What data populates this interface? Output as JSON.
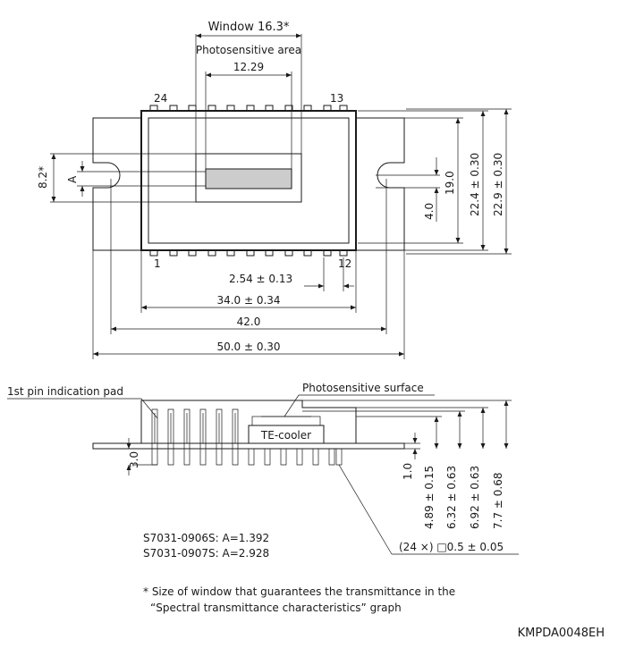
{
  "top_view": {
    "window_label": "Window 16.3*",
    "photosensitive_area_label": "Photosensitive area",
    "photosensitive_width": "12.29",
    "pin_24": "24",
    "pin_13": "13",
    "pin_1": "1",
    "pin_12": "12",
    "dim_pin_pitch": "2.54 ± 0.13",
    "dim_body_width": "34.0 ± 0.34",
    "dim_hole_spacing": "42.0",
    "dim_total_width": "50.0 ± 0.30",
    "dim_8_2": "8.2*",
    "dim_a": "A",
    "dim_4_0": "4.0",
    "dim_19_0": "19.0",
    "dim_22_4": "22.4 ± 0.30",
    "dim_22_9": "22.9 ± 0.30"
  },
  "side_view": {
    "first_pin_label": "1st pin indication pad",
    "photosensitive_surface_label": "Photosensitive surface",
    "te_cooler_label": "TE-cooler",
    "dim_3_0": "3.0",
    "dim_1_0": "1.0",
    "dim_4_89": "4.89 ± 0.15",
    "dim_6_32": "6.32 ± 0.63",
    "dim_6_92": "6.92 ± 0.63",
    "dim_7_7": "7.7 ± 0.68",
    "pin_spec": "(24 ×) □0.5 ± 0.05"
  },
  "notes": {
    "model_1": "S7031-0906S: A=1.392",
    "model_2": "S7031-0907S: A=2.928",
    "footnote_line1": "* Size of window that guarantees the transmittance in the",
    "footnote_line2": "“Spectral transmittance characteristics” graph",
    "drawing_code": "KMPDA0048EH"
  }
}
